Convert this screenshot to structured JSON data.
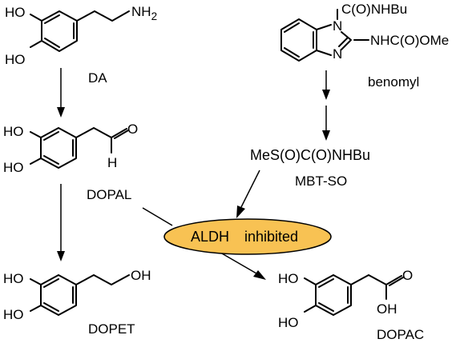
{
  "molecules": {
    "da": {
      "name": "DA",
      "groups": [
        "HO",
        "HO",
        "NH",
        "2"
      ]
    },
    "dopal": {
      "name": "DOPAL",
      "groups": [
        "HO",
        "HO",
        "O",
        "H"
      ]
    },
    "dopet": {
      "name": "DOPET",
      "groups": [
        "HO",
        "HO",
        "OH"
      ]
    },
    "dopac": {
      "name": "DOPAC",
      "groups": [
        "HO",
        "HO",
        "O",
        "OH"
      ]
    },
    "benomyl": {
      "name": "benomyl",
      "groups": [
        "C(O)NHBu",
        "N",
        "N",
        "NHC(O)OMe"
      ]
    },
    "mbtso": {
      "name": "MBT-SO",
      "formula": "MeS(O)C(O)NHBu"
    }
  },
  "enzyme": {
    "label_main": "ALDH",
    "label_status": "inhibited",
    "fill": "#f8c253",
    "stroke": "#000000"
  },
  "colors": {
    "ink": "#000000",
    "background": "#ffffff"
  }
}
